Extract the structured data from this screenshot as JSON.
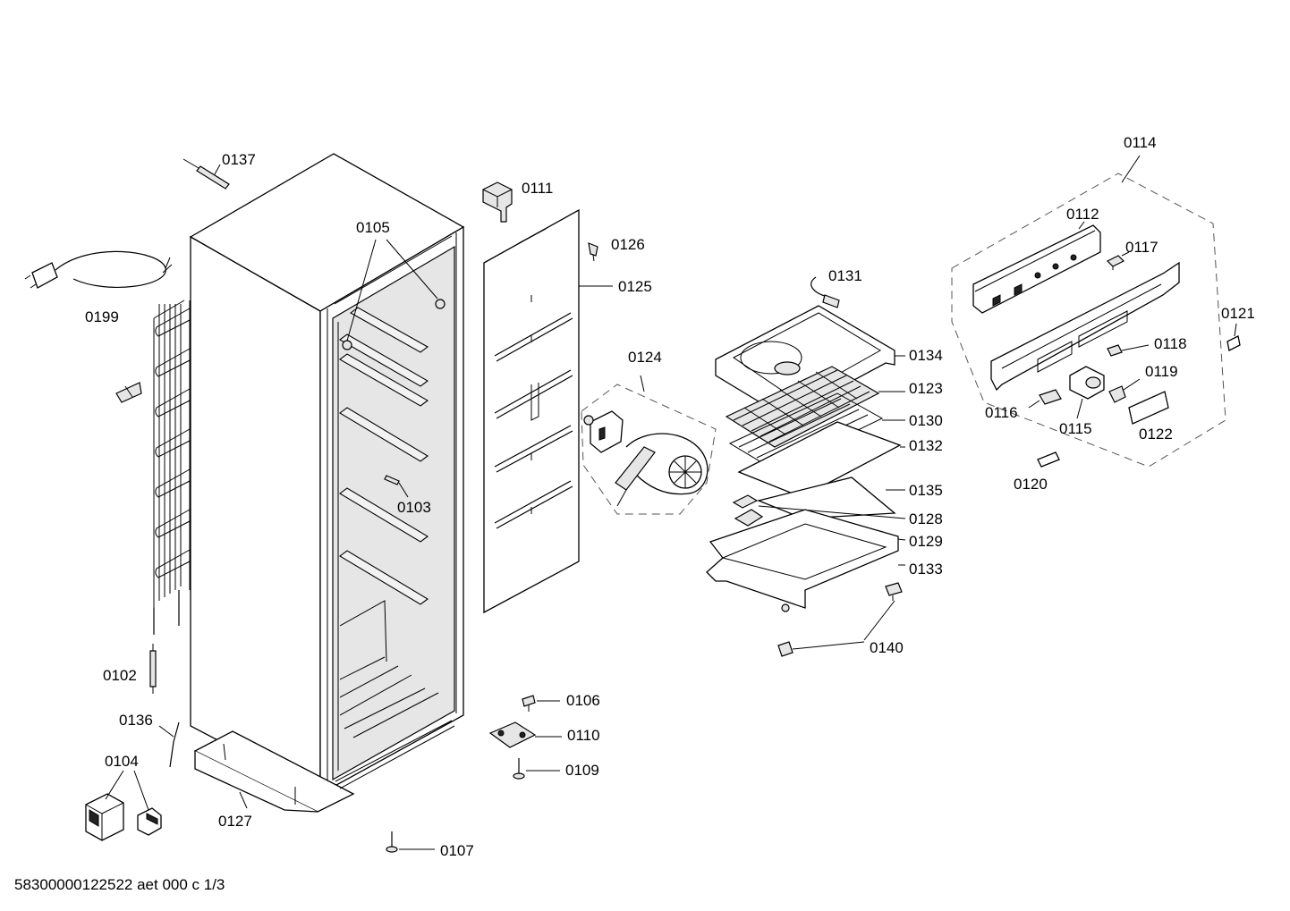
{
  "labels": {
    "p0137": "0137",
    "p0111": "0111",
    "p0105": "0105",
    "p0126": "0126",
    "p0125": "0125",
    "p0199": "0199",
    "p0124": "0124",
    "p0131": "0131",
    "p0114": "0114",
    "p0112": "0112",
    "p0117": "0117",
    "p0121": "0121",
    "p0134": "0134",
    "p0123": "0123",
    "p0118": "0118",
    "p0119": "0119",
    "p0130": "0130",
    "p0116": "0116",
    "p0115": "0115",
    "p0122": "0122",
    "p0132": "0132",
    "p0120": "0120",
    "p0103": "0103",
    "p0135": "0135",
    "p0128": "0128",
    "p0129": "0129",
    "p0133": "0133",
    "p0140": "0140",
    "p0102": "0102",
    "p0106": "0106",
    "p0136": "0136",
    "p0110": "0110",
    "p0104": "0104",
    "p0109": "0109",
    "p0127": "0127",
    "p0107": "0107"
  },
  "footer": {
    "document_id": "58300000122522 aet 000 c 1/3"
  }
}
